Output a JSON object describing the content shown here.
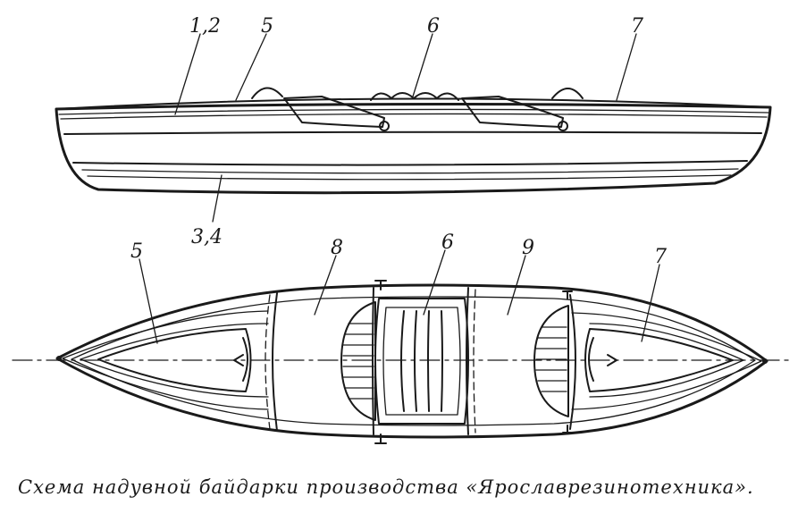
{
  "labels": {
    "side_12": "1,2",
    "side_5": "5",
    "side_6": "6",
    "side_7": "7",
    "side_34": "3,4",
    "top_5": "5",
    "top_8": "8",
    "top_6": "6",
    "top_9": "9",
    "top_7": "7"
  },
  "caption": "Схема надувной байдарки производства «Ярославрезинотехника»."
}
